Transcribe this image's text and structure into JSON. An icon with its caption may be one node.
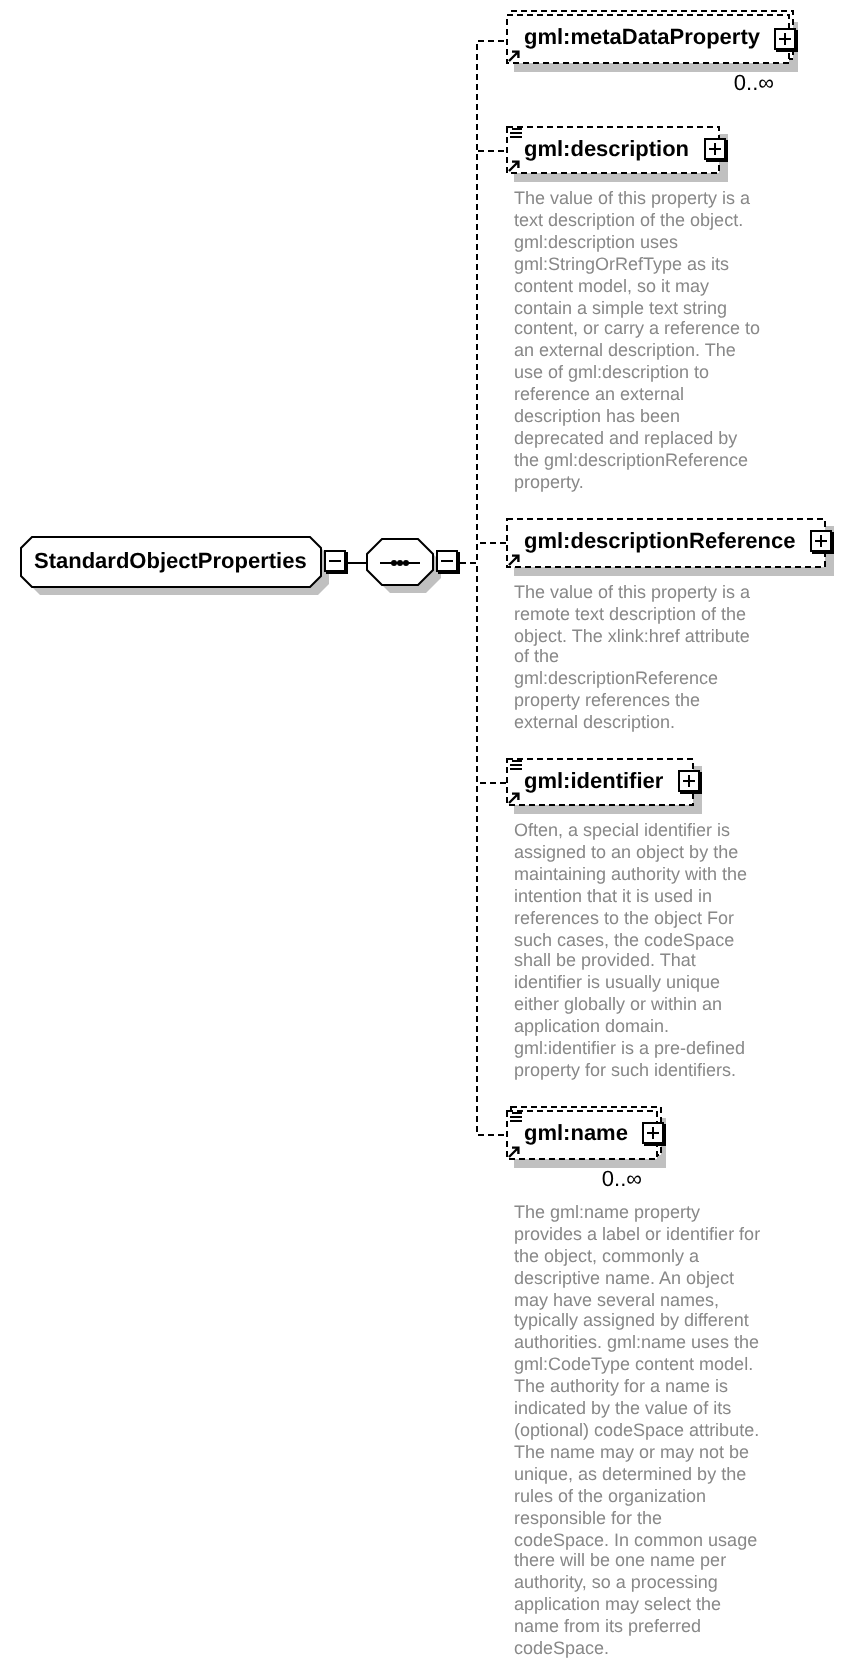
{
  "diagram": {
    "nodes": [
      {
        "text": [
          "StandardObjectProperties"
        ]
      },
      {
        "text": [],
        "shape": "octagon"
      },
      {
        "text": [
          "gml:metaDataProperty"
        ],
        "beside": [
          "0..∞"
        ]
      },
      {
        "text": [
          "gml:description"
        ],
        "beside": [
          "The value of this property is a text description of the object. gml:description uses gml:StringOrRefType as its content model, so it may contain a simple text string content, or carry a reference to an external description. The use of gml:description to reference an external description has been deprecated and replaced by the gml:descriptionReference property."
        ]
      },
      {
        "text": [
          "gml:descriptionReference"
        ],
        "beside": [
          "The value of this property is a remote text description of the object. The xlink:href attribute of the gml:descriptionReference property references the external description."
        ]
      },
      {
        "text": [
          "gml:identifier"
        ],
        "beside": [
          "Often, a special identifier is assigned to an object by the maintaining authority with the intention that it is used in references to the object For such cases, the codeSpace shall be provided. That identifier is usually unique either globally or within an application domain. gml:identifier is a pre-defined property for such identifiers."
        ]
      },
      {
        "text": [
          "gml:name"
        ],
        "beside": [
          "0..∞",
          "The gml:name property provides a label or identifier for the object, commonly a descriptive name. An object may have several names, typically assigned by different authorities. gml:name uses the gml:CodeType content model. The authority for a name is indicated by the value of its (optional) codeSpace attribute. The name may or may not be unique, as determined by the rules of the organization responsible for the codeSpace. In common usage there will be one name per authority, so a processing application may select the name from its preferred codeSpace."
        ]
      }
    ],
    "edges": [
      {
        "from": 0,
        "to": 1,
        "arrow": "none"
      },
      {
        "from": 1,
        "to": 2,
        "arrow": "none",
        "style": "dashed"
      },
      {
        "from": 1,
        "to": 3,
        "arrow": "none",
        "style": "dashed"
      },
      {
        "from": 1,
        "to": 4,
        "arrow": "none",
        "style": "dashed"
      },
      {
        "from": 1,
        "to": 5,
        "arrow": "none",
        "style": "dashed"
      },
      {
        "from": 1,
        "to": 6,
        "arrow": "none",
        "style": "dashed"
      }
    ]
  }
}
